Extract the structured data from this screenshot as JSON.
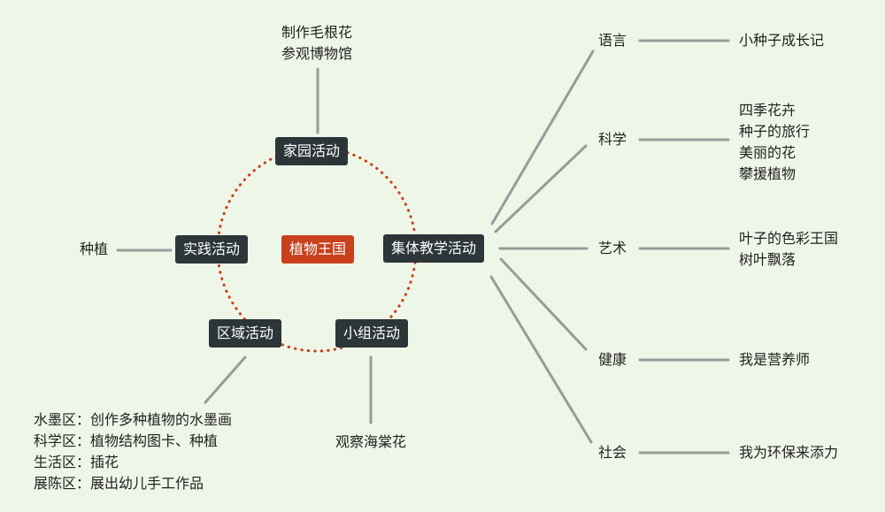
{
  "center": "植物王国",
  "ring": {
    "home": "家园活动",
    "practice": "实践活动",
    "group_teaching": "集体教学活动",
    "area": "区域活动",
    "small_group": "小组活动"
  },
  "home_items": [
    "制作毛根花",
    "参观博物馆"
  ],
  "practice_item": "种植",
  "small_group_item": "观察海棠花",
  "area_items": [
    {
      "zone": "水墨区：",
      "content": "创作多种植物的水墨画"
    },
    {
      "zone": "科学区：",
      "content": "植物结构图卡、种植"
    },
    {
      "zone": "生活区：",
      "content": "插花"
    },
    {
      "zone": "展陈区：",
      "content": "展出幼儿手工作品"
    }
  ],
  "subjects": [
    {
      "name": "语言",
      "items": [
        "小种子成长记"
      ]
    },
    {
      "name": "科学",
      "items": [
        "四季花卉",
        "种子的旅行",
        "美丽的花",
        "攀援植物"
      ]
    },
    {
      "name": "艺术",
      "items": [
        "叶子的色彩王国",
        "树叶飘落"
      ]
    },
    {
      "name": "健康",
      "items": [
        "我是营养师"
      ]
    },
    {
      "name": "社会",
      "items": [
        "我为环保来添力"
      ]
    }
  ],
  "colors": {
    "background": "#eef6e8",
    "node": "#2c3538",
    "center_node": "#c9401c",
    "ring_dots": "#c9401c",
    "connector": "#9a9a9a"
  }
}
